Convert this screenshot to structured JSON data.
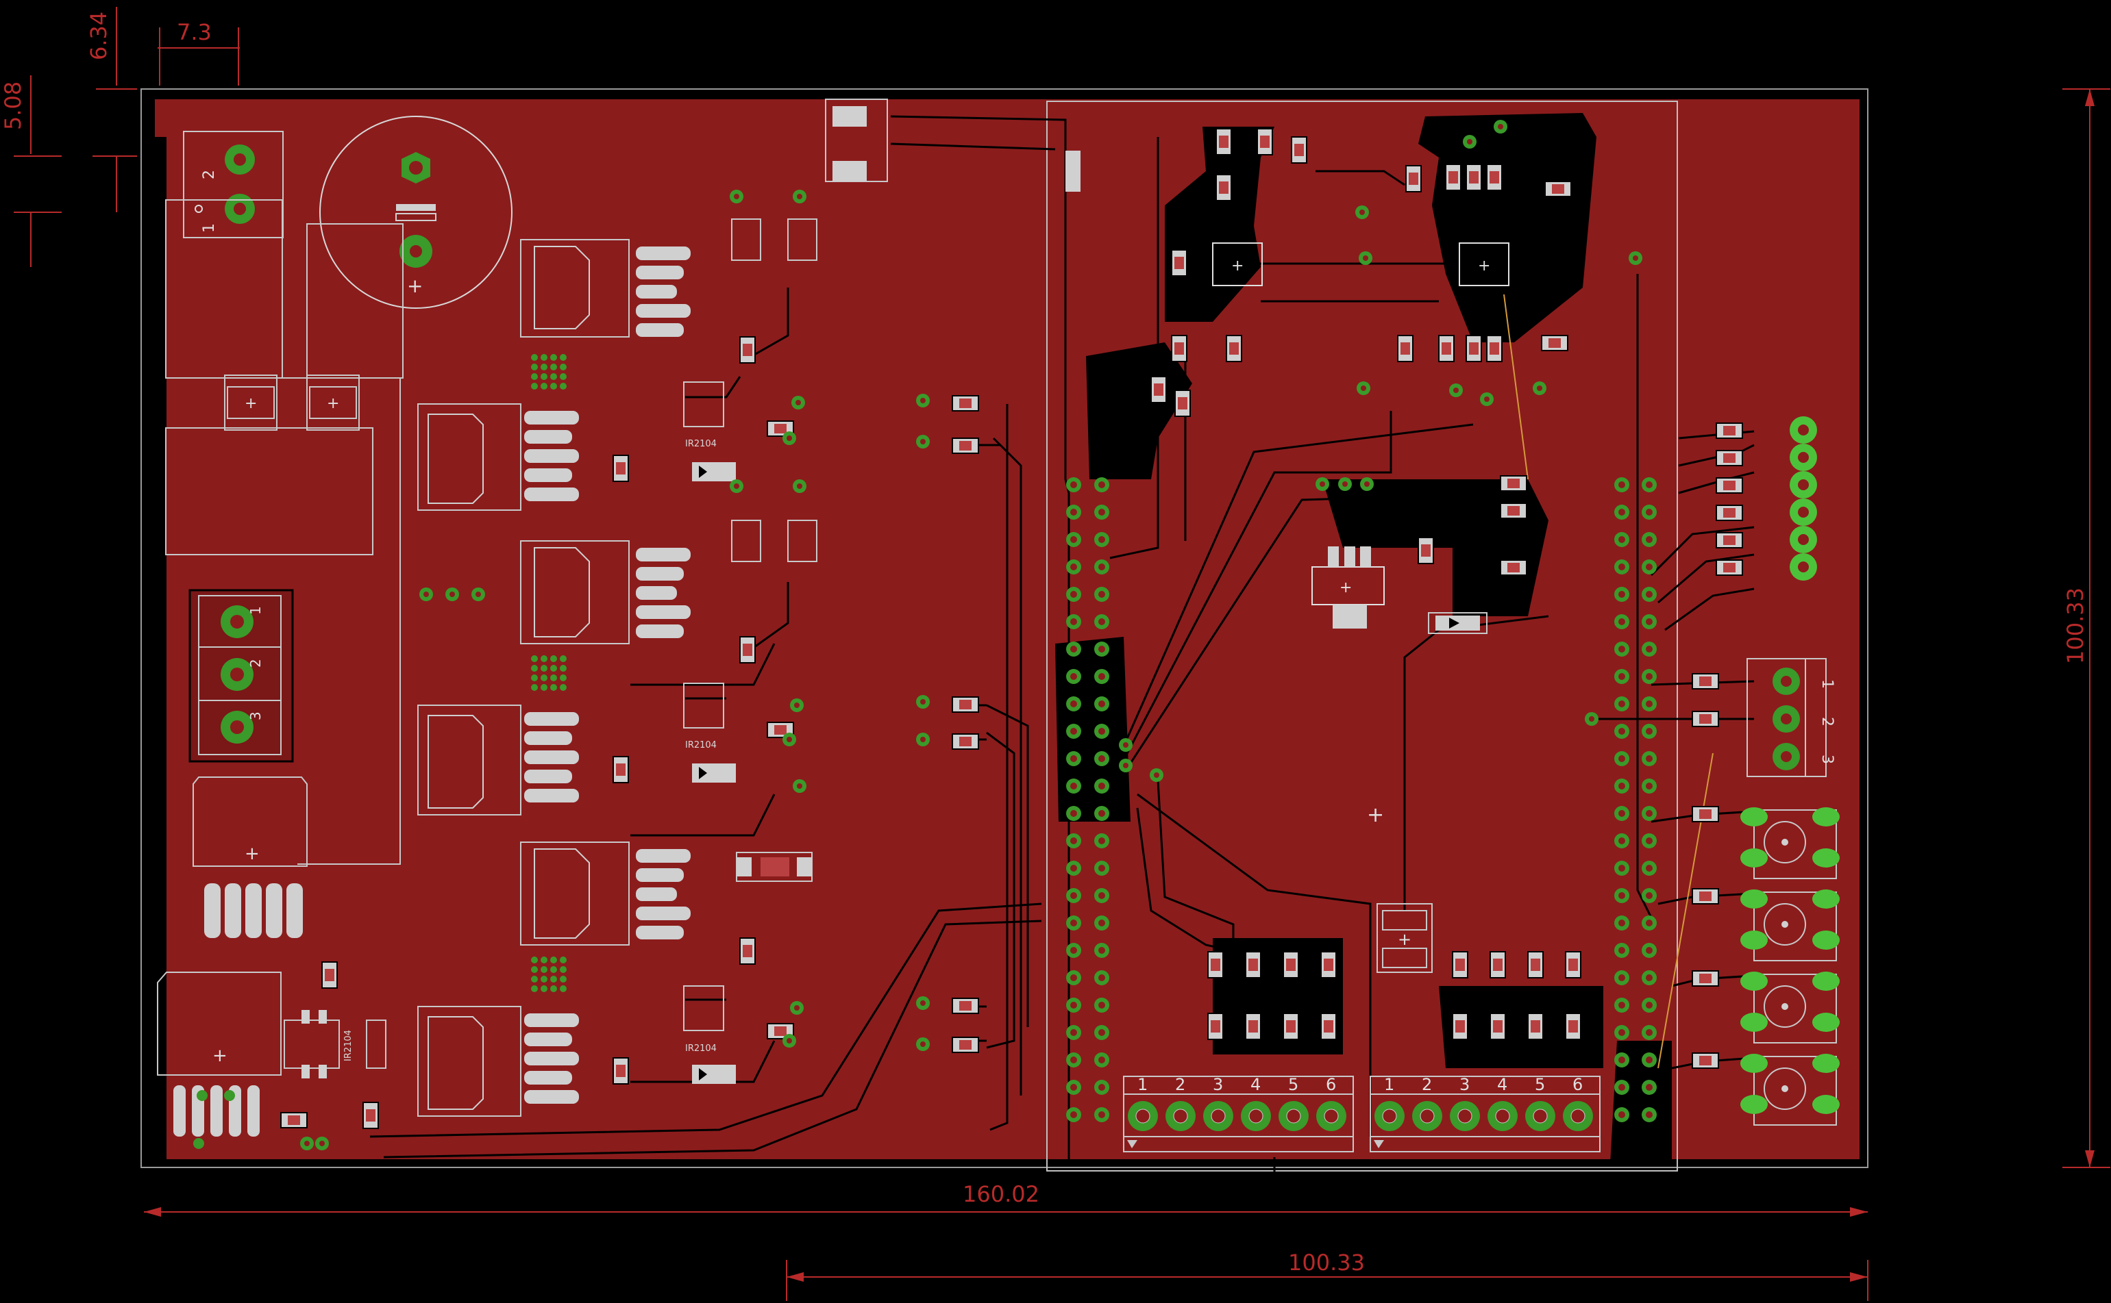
{
  "colors": {
    "background": "#000000",
    "copper": "#8b1c1c",
    "copper_dark": "#7a1717",
    "dimension": "#b82a2a",
    "silk": "#e0e0e0",
    "via": "#3a9a2a",
    "via_bright": "#4cc23a",
    "ratsnest": "#d49a3a"
  },
  "dimensions": {
    "top_left_vertical": "6.34",
    "top_left_horizontal": "7.3",
    "left_vertical": "5.08",
    "board_width": "160.02",
    "sub_width": "100.33",
    "board_height": "100.33"
  },
  "chip_labels": {
    "driver_1": "IR2104",
    "driver_2": "IR2104",
    "driver_3": "IR2104",
    "driver_4": "IR2104"
  },
  "terminal_block_left_top": {
    "pin_a": "2",
    "pin_b": "1"
  },
  "terminal_block_left_mid": {
    "pin_a": "1",
    "pin_b": "2",
    "pin_c": "3"
  },
  "terminal_block_right": {
    "pin_a": "1",
    "pin_b": "2",
    "pin_c": "3"
  },
  "connector_a_numbers": [
    "1",
    "2",
    "3",
    "4",
    "5",
    "6"
  ],
  "connector_b_numbers": [
    "1",
    "2",
    "3",
    "4",
    "5",
    "6"
  ],
  "electrolytic_cap_plus": "+"
}
